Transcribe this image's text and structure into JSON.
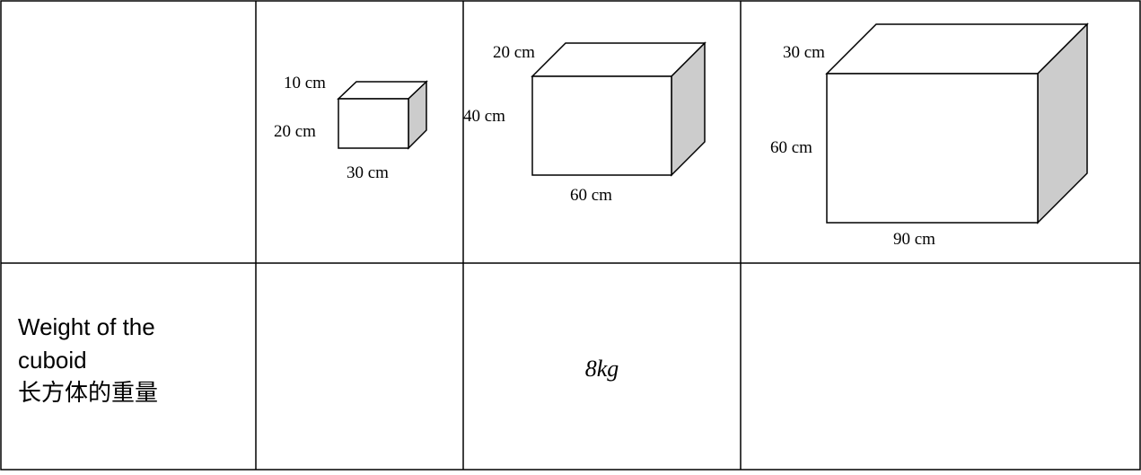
{
  "row_header": {
    "line1": "Weight of the",
    "line2": "cuboid",
    "line3": "长方体的重量"
  },
  "cuboids": [
    {
      "length_label": "30 cm",
      "height_label": "20 cm",
      "depth_label": "10 cm",
      "weight": ""
    },
    {
      "length_label": "60 cm",
      "height_label": "40 cm",
      "depth_label": "20 cm",
      "weight": "8kg"
    },
    {
      "length_label": "90 cm",
      "height_label": "60 cm",
      "depth_label": "30 cm",
      "weight": ""
    }
  ],
  "colors": {
    "face": "#ffffff",
    "side_face": "#cccccc",
    "stroke": "#000000"
  }
}
